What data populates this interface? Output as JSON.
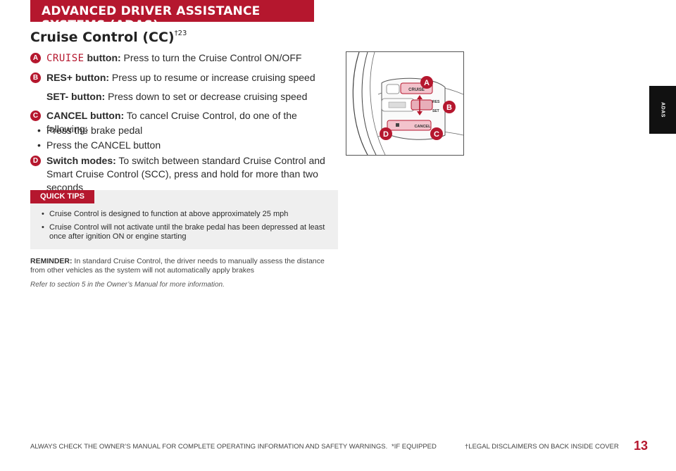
{
  "header": {
    "title": "ADVANCED DRIVER ASSISTANCE SYSTEMS (ADAS)"
  },
  "side_tab": {
    "label": "ADAS"
  },
  "section": {
    "title": "Cruise Control (CC)",
    "title_sup": "†23"
  },
  "items": [
    {
      "badge": "A",
      "label_word": "CRUISE",
      "label_rest": " button:",
      "text": " Press to turn the Cruise Control ON/OFF"
    },
    {
      "badge": "B",
      "label": "RES+ button:",
      "text": " Press up to resume or increase cruising speed"
    },
    {
      "label": "SET- button:",
      "text": " Press down to set or decrease cruising speed"
    },
    {
      "badge": "C",
      "label": "CANCEL button:",
      "text": " To cancel Cruise Control, do one of the following:"
    },
    {
      "badge": "D",
      "label": "Switch modes:",
      "text": " To switch between standard Cruise Control and Smart Cruise Control (SCC), press and hold for more than two seconds"
    }
  ],
  "cancel_bullets": [
    "Press the brake pedal",
    "Press the CANCEL button"
  ],
  "quick_tips": {
    "label": "QUICK TIPS",
    "tips": [
      "Cruise Control is designed to function at above approximately 25 mph",
      "Cruise Control will not activate until the brake pedal has been depressed at least once after ignition ON or engine starting"
    ]
  },
  "reminder": {
    "label": "REMINDER:",
    "text": " In standard Cruise Control, the driver needs to manually assess the distance from other vehicles as the system will not automatically apply brakes"
  },
  "refer": "Refer to section 5 in the Owner’s Manual for more information.",
  "illustration": {
    "buttons": {
      "cruise": "CRUISE",
      "res": "RES",
      "set": "SET",
      "cancel": "CANCEL"
    },
    "callouts": [
      "A",
      "B",
      "D",
      "C"
    ]
  },
  "footer": {
    "warning": "ALWAYS CHECK THE OWNER’S MANUAL FOR COMPLETE OPERATING INFORMATION AND SAFETY WARNINGS.",
    "equipped": "*IF EQUIPPED",
    "legal": "†LEGAL DISCLAIMERS ON BACK INSIDE COVER",
    "page": "13"
  },
  "colors": {
    "accent": "#b5172e",
    "tips_bg": "#efefef",
    "dark": "#111111"
  }
}
